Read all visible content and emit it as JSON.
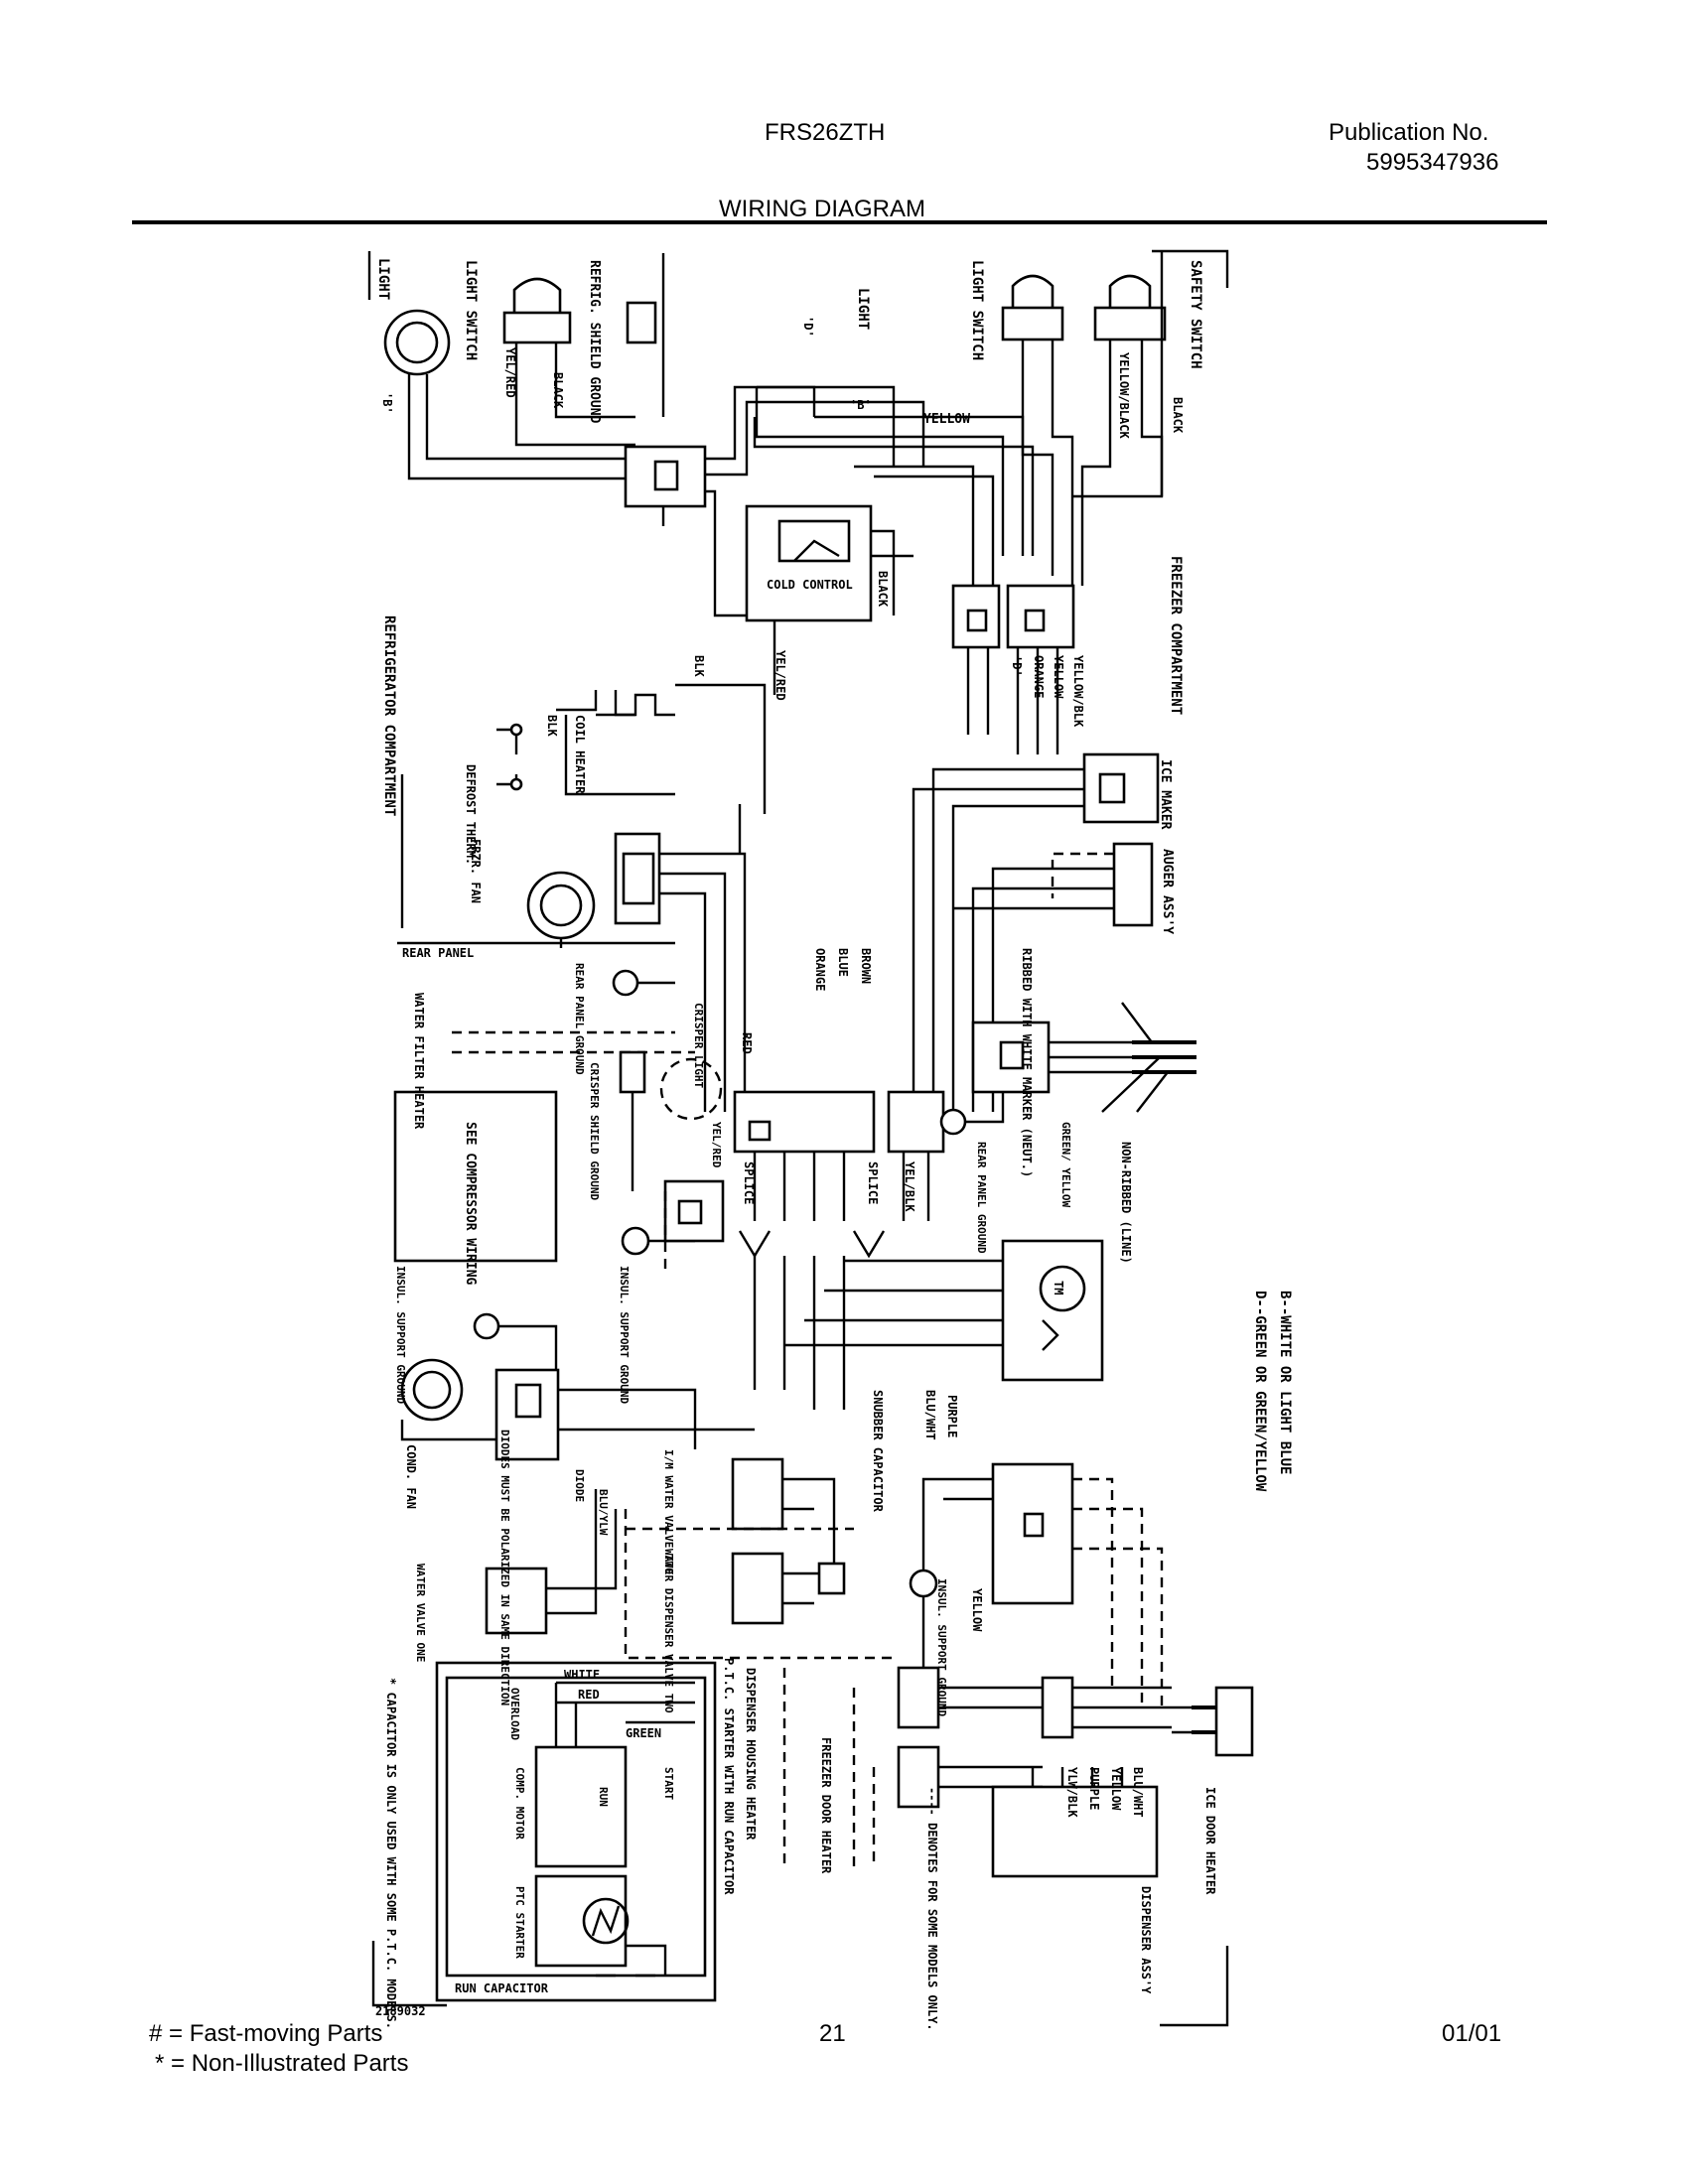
{
  "header": {
    "model": "FRS26ZTH",
    "title": "WIRING DIAGRAM",
    "publication_label": "Publication No.",
    "publication_number": "5995347936"
  },
  "footer": {
    "legend_fast": "# = Fast-moving Parts",
    "legend_non": "* = Non-Illustrated Parts",
    "page_number": "21",
    "date": "01/01"
  },
  "diagram": {
    "labels": [
      "LIGHT",
      "LIGHT SWITCH",
      "REFRIG. SHIELD GROUND",
      "YEL/RED",
      "BLACK",
      "'B'",
      "LIGHT",
      "'D'",
      "'B'",
      "YELLOW",
      "LIGHT SWITCH",
      "SAFETY SWITCH",
      "YELLOW/BLACK",
      "BLACK",
      "COLD CONTROL",
      "BLACK",
      "FREEZER COMPARTMENT",
      "REFRIGERATOR COMPARTMENT",
      "COIL HEATER",
      "BLK",
      "DEFROST THERM.",
      "BLK",
      "YEL/RED",
      "YELLOW/BLK",
      "YELLOW",
      "ORANGE",
      "'D'",
      "ICE MAKER",
      "AUGER ASS'Y",
      "FRZR. FAN",
      "REAR PANEL",
      "REAR PANEL GROUND",
      "WATER FILTER HEATER",
      "CRISPER LIGHT",
      "RED",
      "BROWN",
      "BLUE",
      "ORANGE",
      "RIBBED WITH WHITE MARKER (NEUT.)",
      "CRISPER SHIELD GROUND",
      "YEL/RED",
      "SPLICE",
      "SPLICE",
      "YEL/BLK",
      "REAR PANEL GROUND",
      "GREEN/ YELLOW",
      "NON-RIBBED (LINE)",
      "SEE COMPRESSOR WIRING",
      "INSUL. SUPPORT GROUND",
      "INSUL. SUPPORT GROUND",
      "B--WHITE OR LIGHT BLUE",
      "D--GREEN OR GREEN/YELLOW",
      "TM",
      "COND. FAN",
      "DIODES MUST BE POLARIZED IN SAME DIRECTION",
      "DIODE",
      "BLU/YLW",
      "I/M WATER VALVE TWO",
      "WATER DISPENSER VALVE TWO",
      "WATER VALVE ONE",
      "SNUBBER CAPACITOR",
      "PURPLE",
      "BLU/WHT",
      "INSUL. SUPPORT GROUND",
      "YELLOW",
      "WHITE",
      "RED",
      "GREEN",
      "OVERLOAD",
      "START",
      "RUN",
      "COMP. MOTOR",
      "PTC STARTER",
      "RUN CAPACITOR",
      "* CAPACITOR IS ONLY USED WITH SOME P.T.C. MODELS.",
      "P.T.C. STARTER WITH RUN CAPACITOR",
      "DISPENSER HOUSING HEATER",
      "FREEZER DOOR HEATER",
      "---- DENOTES FOR SOME MODELS ONLY.",
      "BLU/WHT",
      "YELLOW",
      "PURPLE",
      "YLW/BLK",
      "DISPENSER ASS'Y",
      "ICE DOOR HEATER",
      "2189032"
    ]
  }
}
